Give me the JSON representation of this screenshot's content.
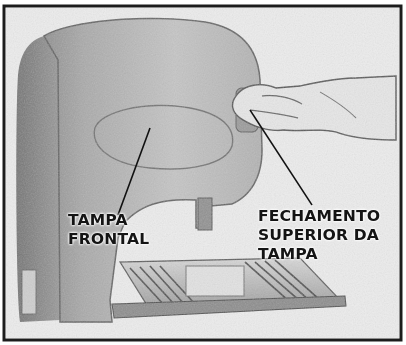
{
  "callouts": {
    "tampa_frontal": {
      "line1": "TAMPA",
      "line2": "FRONTAL"
    },
    "fechamento_superior": {
      "line1": "FECHAMENTO",
      "line2": "SUPERIOR DA",
      "line3": "TAMPA"
    }
  },
  "colors": {
    "ink": "#1a1a1a",
    "machine_body": "#b9b9b9",
    "machine_shadow": "#7d7d7d",
    "background": "#ffffff"
  }
}
